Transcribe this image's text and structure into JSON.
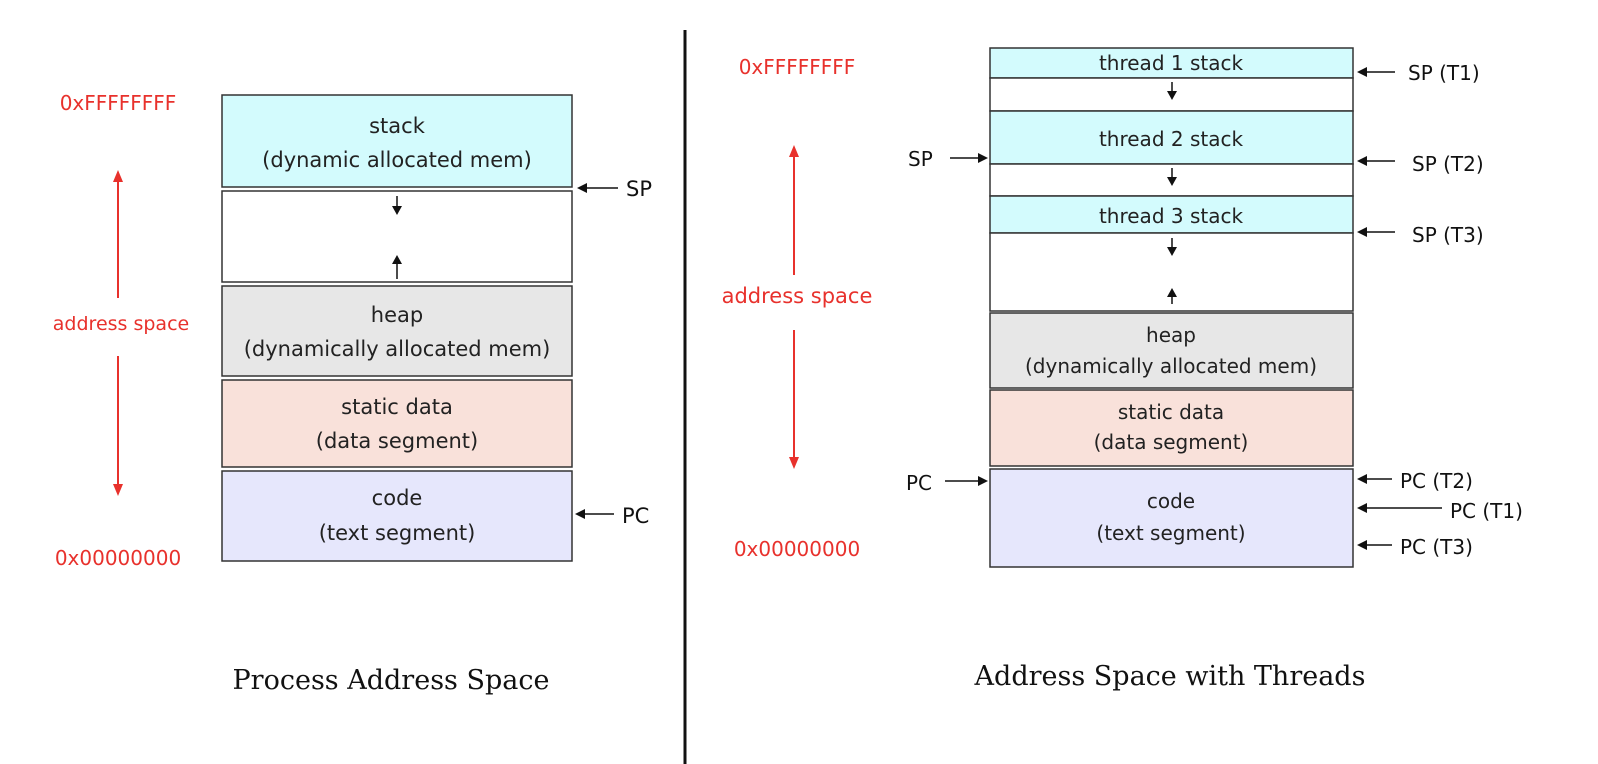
{
  "colors": {
    "stack": "#d3fbfd",
    "heap": "#e7e7e7",
    "static": "#f9e1da",
    "code": "#e6e7fc",
    "empty": "#ffffff",
    "address_labels": "#e8312c",
    "border": "#333333"
  },
  "left": {
    "top_address": "0xFFFFFFFF",
    "bottom_address": "0x00000000",
    "range_label": "address space",
    "segments": {
      "stack": [
        "stack",
        "(dynamic allocated mem)"
      ],
      "heap": [
        "heap",
        "(dynamically allocated mem)"
      ],
      "static": [
        "static data",
        "(data segment)"
      ],
      "code": [
        "code",
        "(text segment)"
      ]
    },
    "pointers": {
      "sp": "SP",
      "pc": "PC"
    },
    "caption": "Process Address Space"
  },
  "right": {
    "top_address": "0xFFFFFFFF",
    "bottom_address": "0x00000000",
    "range_label": "address space",
    "segments": {
      "thread1": [
        "thread 1 stack"
      ],
      "thread2": [
        "thread 2 stack"
      ],
      "thread3": [
        "thread 3 stack"
      ],
      "heap": [
        "heap",
        "(dynamically allocated mem)"
      ],
      "static": [
        "static data",
        "(data segment)"
      ],
      "code": [
        "code",
        "(text segment)"
      ]
    },
    "pointers": {
      "sp": "SP",
      "sp_t1": "SP (T1)",
      "sp_t2": "SP (T2)",
      "sp_t3": "SP (T3)",
      "pc": "PC",
      "pc_t2": "PC (T2)",
      "pc_t1": "PC (T1)",
      "pc_t3": "PC (T3)"
    },
    "caption": "Address Space with Threads"
  }
}
